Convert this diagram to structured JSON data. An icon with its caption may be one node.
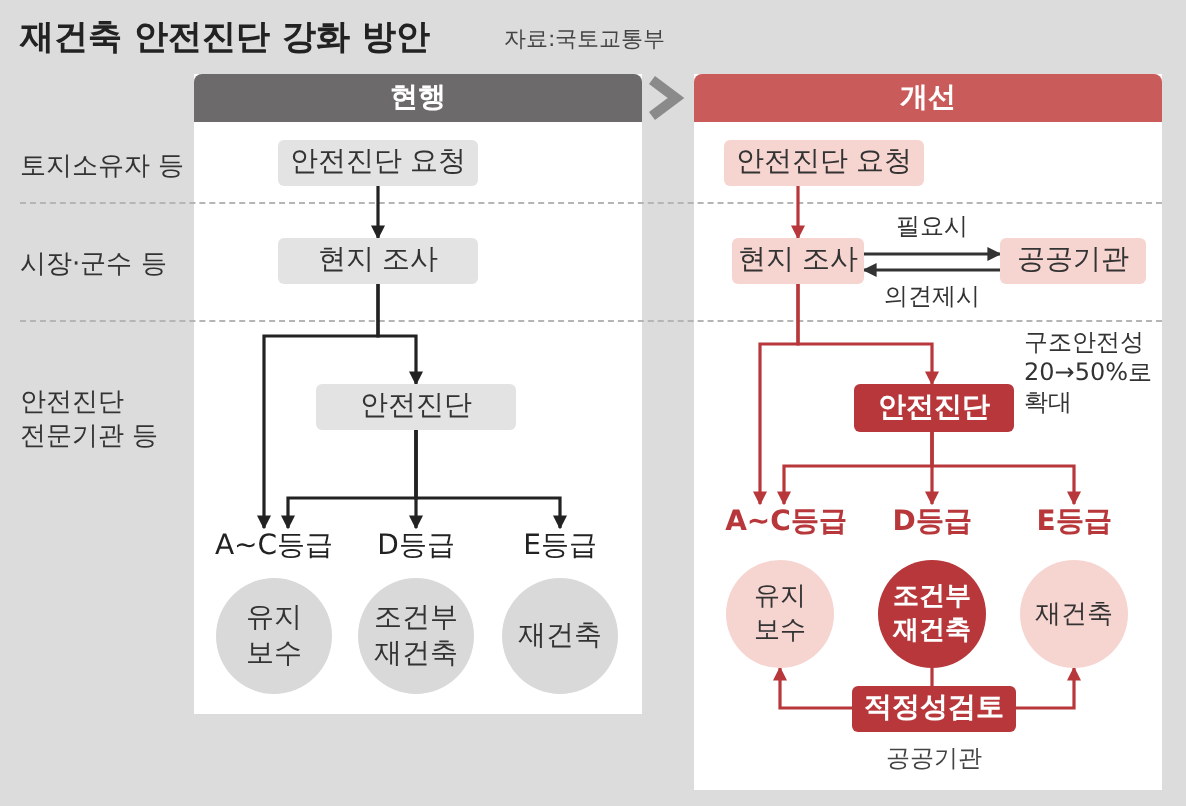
{
  "diagram": {
    "title": "재건축 안전진단 강화 방안",
    "nodes": [
      {
        "text": [
          "현행"
        ]
      },
      {
        "text": [
          "안전진단 요청"
        ],
        "in": 0
      },
      {
        "text": [
          "현지 조사"
        ],
        "in": 0
      },
      {
        "text": [
          "안전진단"
        ],
        "in": 0
      },
      {
        "text": [
          "A~C등급"
        ],
        "in": 0
      },
      {
        "text": [
          "D등급"
        ],
        "in": 0
      },
      {
        "text": [
          "E등급"
        ],
        "in": 0
      },
      {
        "text": [
          "유지 보수"
        ],
        "in": 0
      },
      {
        "text": [
          "조건부 재건축"
        ],
        "in": 0
      },
      {
        "text": [
          "재건축"
        ],
        "in": 0
      },
      {
        "text": [
          "개선"
        ]
      },
      {
        "text": [
          "안전진단 요청"
        ],
        "in": 10
      },
      {
        "text": [
          "현지 조사"
        ],
        "in": 10
      },
      {
        "text": [
          "공공기관"
        ],
        "in": 10
      },
      {
        "text": [
          "안전진단"
        ],
        "in": 10,
        "beside": [
          "구조안전성 20→50%로 확대"
        ]
      },
      {
        "text": [
          "A~C등급"
        ],
        "in": 10
      },
      {
        "text": [
          "D등급"
        ],
        "in": 10
      },
      {
        "text": [
          "E등급"
        ],
        "in": 10
      },
      {
        "text": [
          "유지 보수"
        ],
        "in": 10
      },
      {
        "text": [
          "조건부 재건축"
        ],
        "in": 10
      },
      {
        "text": [
          "재건축"
        ],
        "in": 10
      },
      {
        "text": [
          "적정성검토"
        ],
        "in": 10,
        "beside": [
          "공공기관"
        ]
      }
    ],
    "edges": [
      {
        "from": 1,
        "to": 2,
        "arrow": "to",
        "color": "#222222"
      },
      {
        "from": 2,
        "to": 4,
        "arrow": "to",
        "color": "#222222"
      },
      {
        "from": 2,
        "to": 3,
        "arrow": "to",
        "color": "#222222"
      },
      {
        "from": 3,
        "to": 4,
        "arrow": "to",
        "color": "#222222"
      },
      {
        "from": 3,
        "to": 5,
        "arrow": "to",
        "color": "#222222"
      },
      {
        "from": 3,
        "to": 6,
        "arrow": "to",
        "color": "#222222"
      },
      {
        "from": 0,
        "to": 10,
        "arrow": "to",
        "style": "thick",
        "color": "#8a8a8a"
      },
      {
        "from": 11,
        "to": 12,
        "arrow": "to"
      },
      {
        "from": 12,
        "to": 13,
        "arrow": "to",
        "label": "필요시",
        "color": "#333333"
      },
      {
        "from": 13,
        "to": 12,
        "arrow": "to",
        "label": "의견제시",
        "color": "#333333"
      },
      {
        "from": 12,
        "to": 15,
        "arrow": "to"
      },
      {
        "from": 12,
        "to": 14,
        "arrow": "to"
      },
      {
        "from": 14,
        "to": 15,
        "arrow": "to"
      },
      {
        "from": 14,
        "to": 16,
        "arrow": "to"
      },
      {
        "from": 14,
        "to": 17,
        "arrow": "to"
      },
      {
        "from": 19,
        "to": 21,
        "arrow": "none"
      },
      {
        "from": 21,
        "to": 18,
        "arrow": "to"
      },
      {
        "from": 21,
        "to": 20,
        "arrow": "to"
      }
    ],
    "labels": [
      "자료:국토교통부",
      "토지소유자 등",
      "시장·군수 등",
      "안전진단 전문기관 등"
    ]
  }
}
